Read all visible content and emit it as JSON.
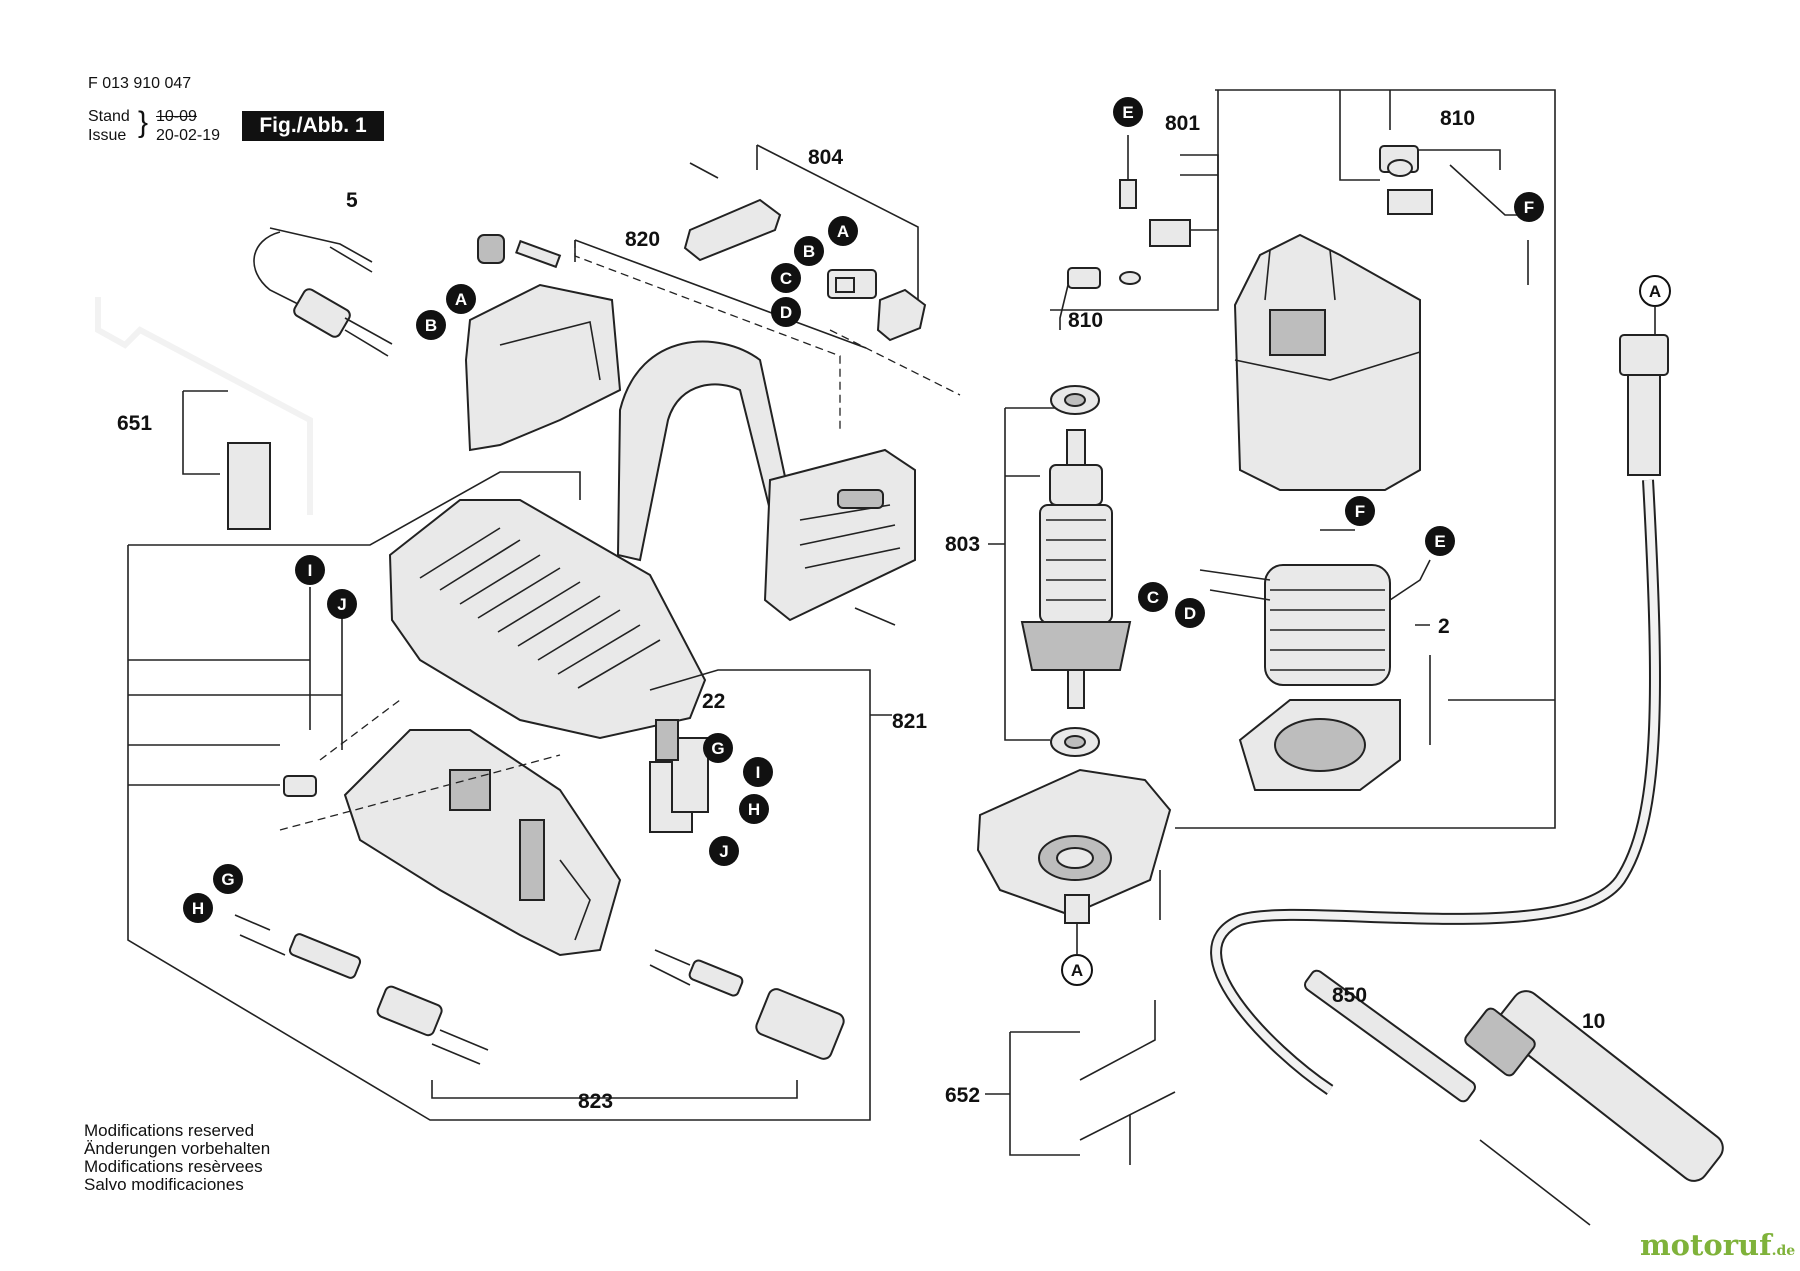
{
  "header": {
    "doc_number": "F 013 910 047",
    "stand_label": "Stand",
    "issue_label": "Issue",
    "stand_date": "10-09",
    "issue_date": "20-02-19",
    "figure_label": "Fig./Abb. 1"
  },
  "part_numbers": {
    "p5": "5",
    "p651": "651",
    "p820": "820",
    "p804": "804",
    "p801": "801",
    "p810a": "810",
    "p810b": "810",
    "p803": "803",
    "p2": "2",
    "p22": "22",
    "p821": "821",
    "p823": "823",
    "p652": "652",
    "p850": "850",
    "p10": "10"
  },
  "callouts": {
    "A": "A",
    "B": "B",
    "C": "C",
    "D": "D",
    "E": "E",
    "F": "F",
    "G": "G",
    "H": "H",
    "I": "I",
    "J": "J"
  },
  "footer": {
    "lines": [
      "Modifications reserved",
      "Änderungen vorbehalten",
      "Modifications resèrvees",
      "Salvo modificaciones"
    ]
  },
  "watermark": {
    "name": "motoruf",
    "tld": ".de"
  },
  "colors": {
    "callout_fill": "#111111",
    "watermark": "#7fb23a"
  }
}
